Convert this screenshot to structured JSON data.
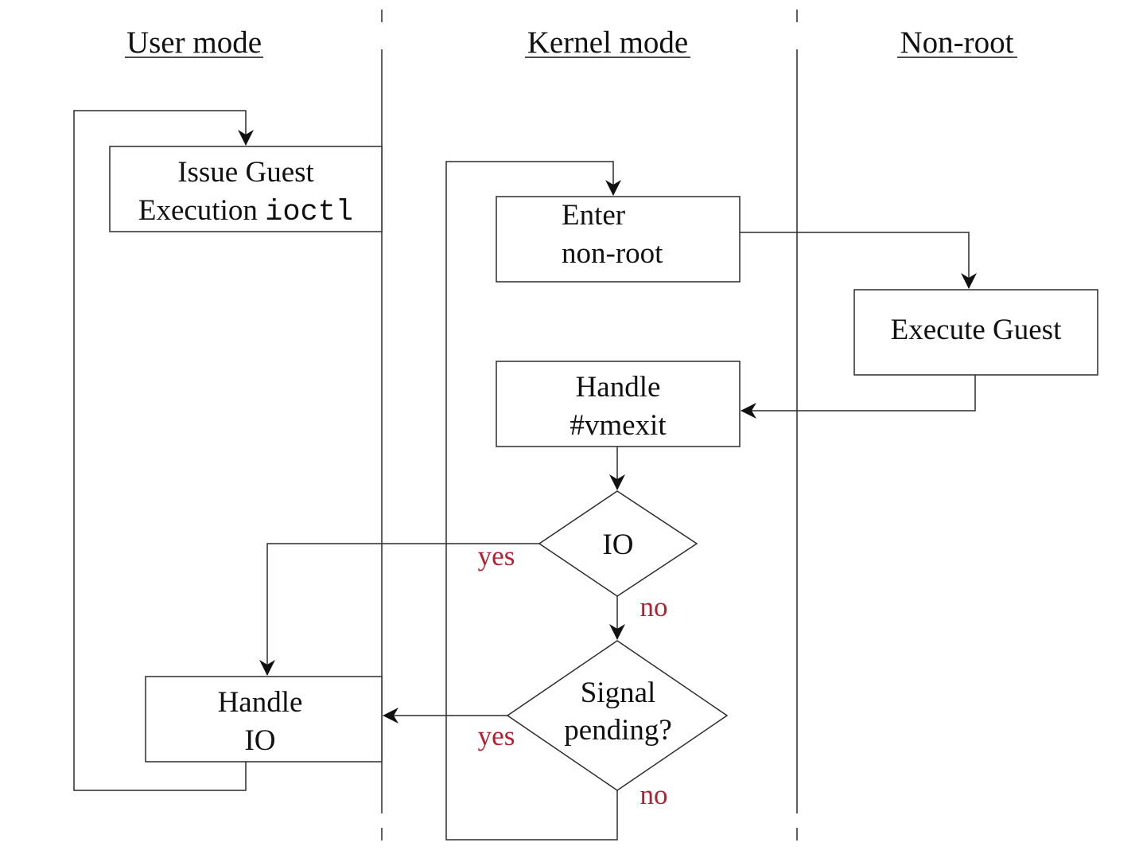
{
  "colors": {
    "line": "#2b2b2b",
    "text": "#111111",
    "branch_label": "#b22032"
  },
  "lanes": [
    {
      "id": "user",
      "title": "User mode"
    },
    {
      "id": "kernel",
      "title": "Kernel mode"
    },
    {
      "id": "nonroot",
      "title": "Non-root"
    }
  ],
  "nodes": {
    "issue": {
      "line1": "Issue Guest",
      "line2_prefix": "Execution ",
      "line2_code": "ioctl"
    },
    "enter": {
      "line1": "Enter",
      "line2": "non-root"
    },
    "execute": {
      "label": "Execute Guest"
    },
    "handle_vmexit": {
      "line1": "Handle",
      "line2": "#vmexit"
    },
    "io_decision": {
      "label": "IO"
    },
    "signal_decision": {
      "line1": "Signal",
      "line2": "pending?"
    },
    "handle_io": {
      "line1": "Handle",
      "line2": "IO"
    }
  },
  "branches": {
    "io_yes": "yes",
    "io_no": "no",
    "signal_yes": "yes",
    "signal_no": "no"
  }
}
